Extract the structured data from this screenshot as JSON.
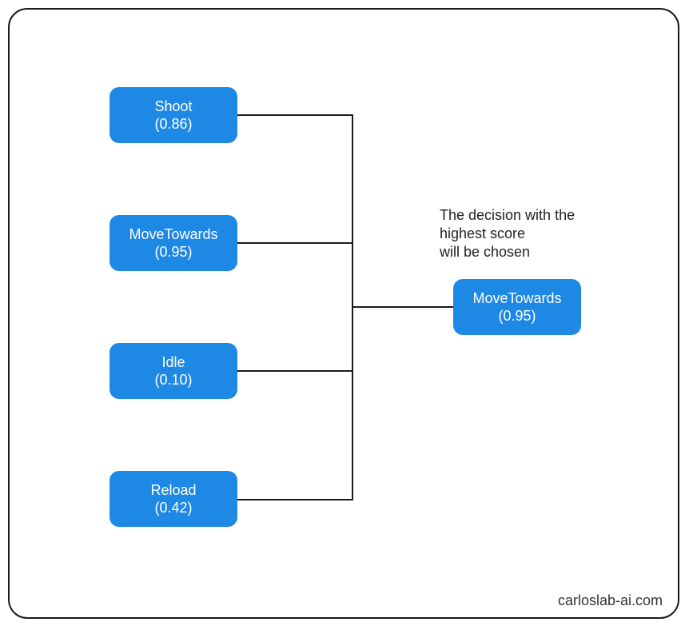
{
  "options": [
    {
      "name": "Shoot",
      "score": "(0.86)"
    },
    {
      "name": "MoveTowards",
      "score": "(0.95)"
    },
    {
      "name": "Idle",
      "score": "(0.10)"
    },
    {
      "name": "Reload",
      "score": "(0.42)"
    }
  ],
  "result": {
    "name": "MoveTowards",
    "score": "(0.95)"
  },
  "note": {
    "line1": "The decision with the",
    "line2": "highest score",
    "line3": "will be chosen"
  },
  "credit": "carloslab-ai.com",
  "colors": {
    "node_fill": "#1e88e5",
    "node_text": "#ffffff",
    "line": "#1a1a1a"
  }
}
